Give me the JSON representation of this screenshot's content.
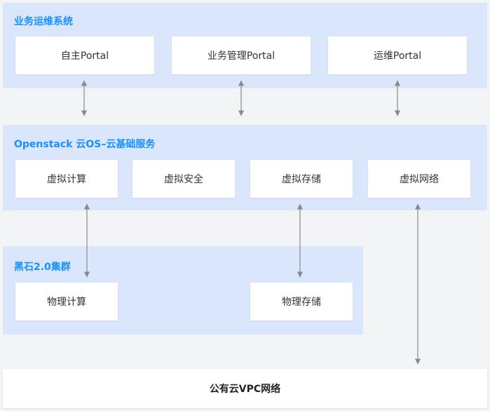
{
  "ops_system": {
    "title": "业务运维系统",
    "boxes": [
      "自主Portal",
      "业务管理Portal",
      "运维Portal"
    ]
  },
  "openstack": {
    "title": "Openstack 云OS–云基础服务",
    "boxes": [
      "虚拟计算",
      "虚拟安全",
      "虚拟存储",
      "虚拟网络"
    ]
  },
  "heishi": {
    "title": "黑石2.0集群",
    "boxes": [
      "物理计算",
      "物理存储"
    ]
  },
  "public_cloud": {
    "label": "公有云VPC网络"
  },
  "colors": {
    "panel": "#d9e6fb",
    "title": "#1890ff",
    "arrow": "#8a8a8a",
    "background": "#f3f4f6"
  }
}
